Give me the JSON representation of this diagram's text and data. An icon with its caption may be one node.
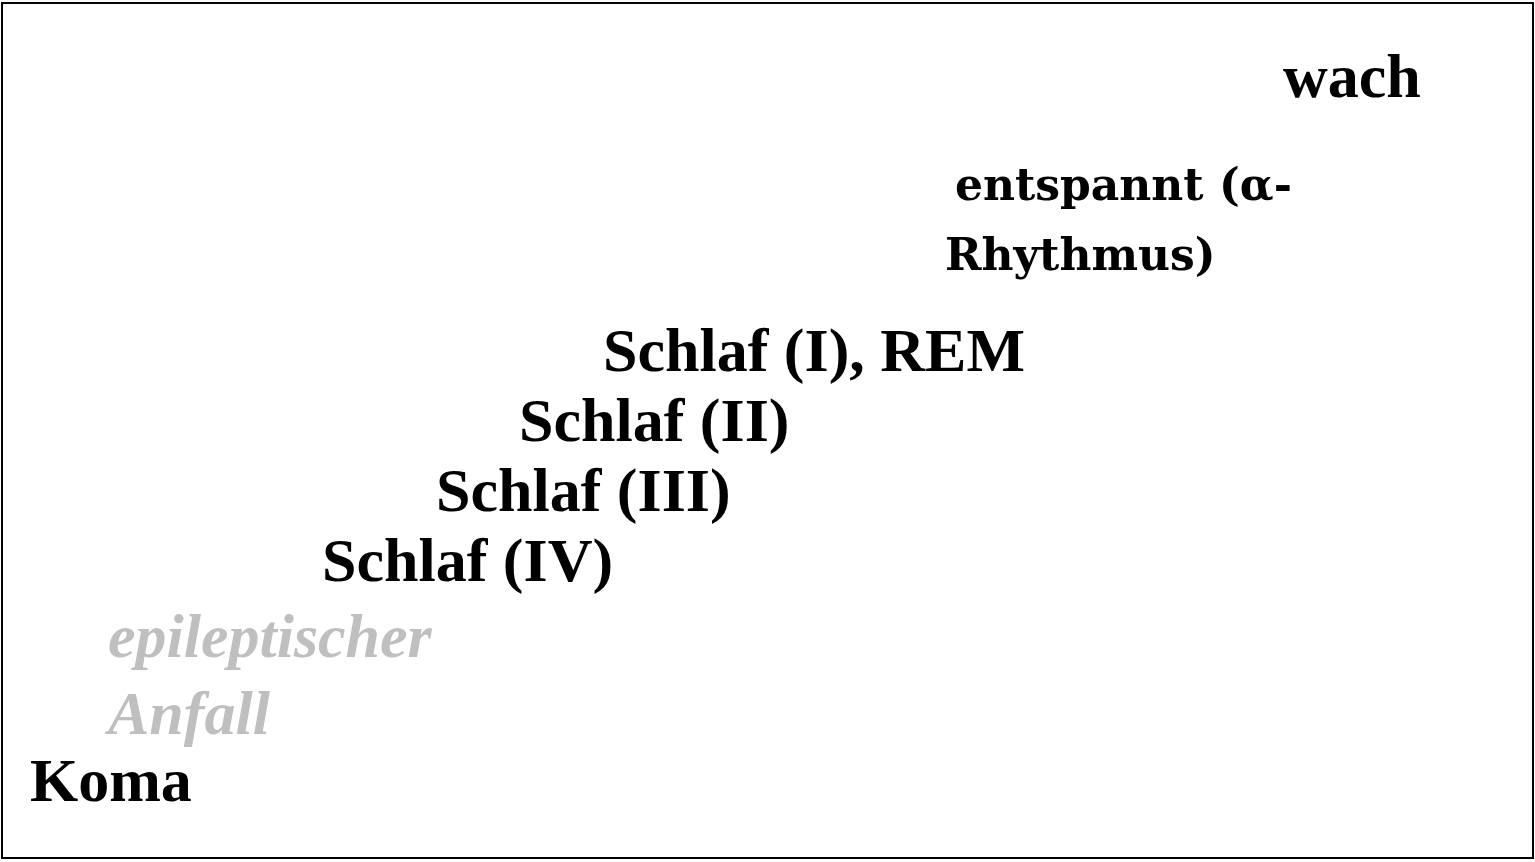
{
  "diagram": {
    "labels": [
      "wach",
      "entspannt (α-Rhythmus)",
      "Schlaf (I), REM",
      "Schlaf (II)",
      "Schlaf (III)",
      "Schlaf (IV)",
      "epileptischer Anfall",
      "Koma"
    ]
  }
}
